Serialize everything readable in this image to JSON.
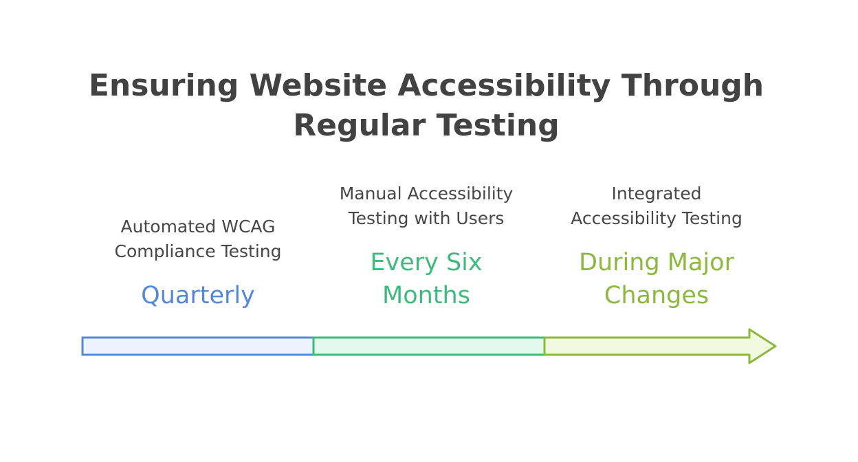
{
  "title": "Ensuring Website Accessibility Through Regular Testing",
  "stages": [
    {
      "label": "Automated WCAG Compliance Testing",
      "frequency": "Quarterly",
      "color": "#5589D6",
      "fill": "#EDF3FC"
    },
    {
      "label": "Manual Accessibility Testing with Users",
      "frequency": "Every Six Months",
      "color": "#3DBB7E",
      "fill": "#E4F8EE"
    },
    {
      "label": "Integrated Accessibility Testing",
      "frequency": "During Major Changes",
      "color": "#8DB83F",
      "fill": "#F1FADF"
    }
  ]
}
